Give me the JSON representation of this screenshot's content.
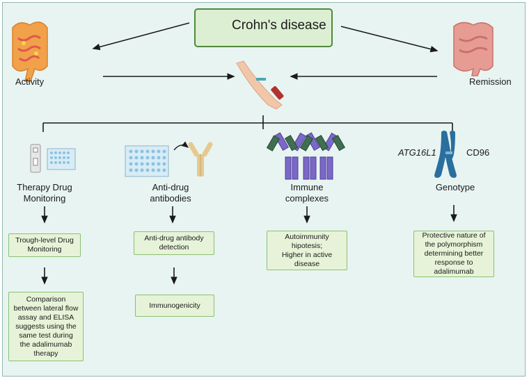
{
  "title": "Crohn's disease",
  "side_labels": {
    "left": "Activity",
    "right": "Remission"
  },
  "categories": [
    {
      "label_lines": [
        "Therapy Drug",
        "Monitoring"
      ]
    },
    {
      "label_lines": [
        "Anti-drug",
        "antibodies"
      ]
    },
    {
      "label_lines": [
        "Immune",
        "complexes"
      ]
    },
    {
      "label_lines": [
        "Genotype"
      ]
    }
  ],
  "genes": {
    "gene_1": "ATG16L1",
    "gene_2": "CD96"
  },
  "boxes": {
    "tdm_1": [
      "Trough-level Drug",
      "Monitoring"
    ],
    "tdm_2": [
      "Comparison",
      "between lateral flow",
      "assay and ELISA",
      "suggests using the",
      "same test during",
      "the adalimumab",
      "therapy"
    ],
    "ada_1": [
      "Anti-drug antibody",
      "detection"
    ],
    "ada_2": [
      "Immunogenicity"
    ],
    "immune_1": [
      "Autoimmunity",
      "hipotesis;",
      "Higher in active",
      "disease"
    ],
    "geno_1": [
      "Protective nature of",
      "the polymorphism",
      "determining better",
      "response to",
      "adalimumab"
    ]
  },
  "colors": {
    "background": "#e8f4f1",
    "title_border": "#4f8a3b",
    "box_fill": "#e6f3d8",
    "box_border": "#8cbf72",
    "chromosome": "#2a6f9e",
    "antibody_purple": "#7b68c8",
    "antibody_green": "#3f6f50"
  }
}
